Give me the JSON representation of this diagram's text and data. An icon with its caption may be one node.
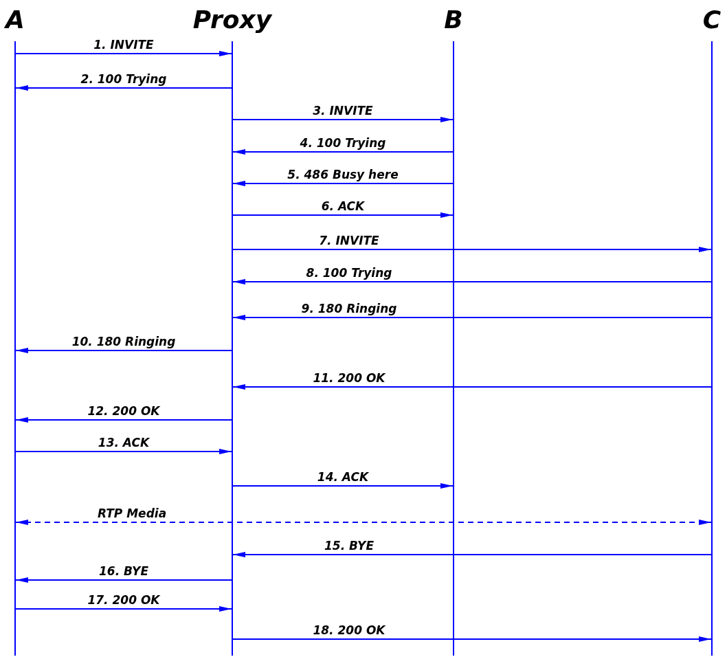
{
  "diagram": {
    "nodes": [
      {
        "text": [
          "A"
        ]
      },
      {
        "text": [
          "Proxy"
        ]
      },
      {
        "text": [
          "B"
        ]
      },
      {
        "text": [
          "C"
        ]
      }
    ],
    "edges": [
      {
        "from": 0,
        "to": 1,
        "arrow": "to",
        "label": "1. INVITE"
      },
      {
        "from": 1,
        "to": 0,
        "arrow": "to",
        "label": "2. 100 Trying"
      },
      {
        "from": 1,
        "to": 2,
        "arrow": "to",
        "label": "3. INVITE"
      },
      {
        "from": 2,
        "to": 1,
        "arrow": "to",
        "label": "4. 100 Trying"
      },
      {
        "from": 2,
        "to": 1,
        "arrow": "to",
        "label": "5. 486 Busy here"
      },
      {
        "from": 1,
        "to": 2,
        "arrow": "to",
        "label": "6. ACK"
      },
      {
        "from": 1,
        "to": 3,
        "arrow": "to",
        "label": "7. INVITE"
      },
      {
        "from": 3,
        "to": 1,
        "arrow": "to",
        "label": "8. 100 Trying"
      },
      {
        "from": 3,
        "to": 1,
        "arrow": "to",
        "label": "9. 180 Ringing"
      },
      {
        "from": 1,
        "to": 0,
        "arrow": "to",
        "label": "10. 180 Ringing"
      },
      {
        "from": 3,
        "to": 1,
        "arrow": "to",
        "label": "11. 200 OK"
      },
      {
        "from": 1,
        "to": 0,
        "arrow": "to",
        "label": "12. 200 OK"
      },
      {
        "from": 0,
        "to": 1,
        "arrow": "to",
        "label": "13. ACK"
      },
      {
        "from": 1,
        "to": 2,
        "arrow": "to",
        "label": "14. ACK"
      },
      {
        "from": 0,
        "to": 3,
        "arrow": "both",
        "label": "RTP Media",
        "style": "dashed"
      },
      {
        "from": 3,
        "to": 1,
        "arrow": "to",
        "label": "15. BYE"
      },
      {
        "from": 1,
        "to": 0,
        "arrow": "to",
        "label": "16. BYE"
      },
      {
        "from": 0,
        "to": 1,
        "arrow": "to",
        "label": "17. 200 OK"
      },
      {
        "from": 1,
        "to": 3,
        "arrow": "to",
        "label": "18. 200 OK"
      }
    ]
  }
}
